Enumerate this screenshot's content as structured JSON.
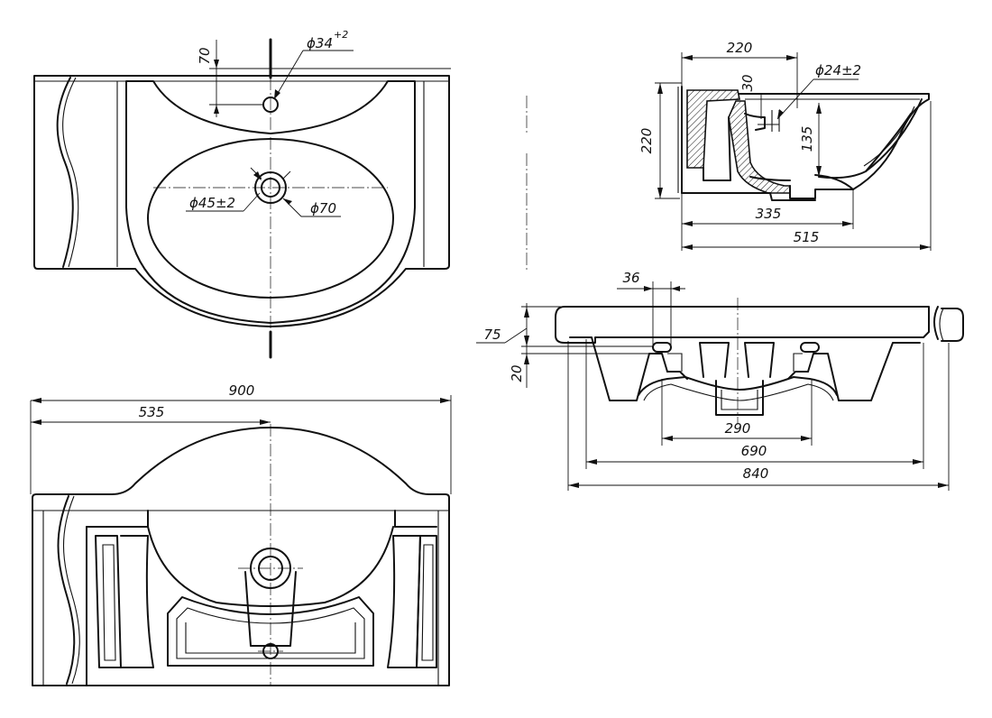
{
  "views": {
    "top": {
      "dim_70": "70",
      "dim_d34": "ϕ34",
      "dim_d34_tol": "+2",
      "dim_d45": "ϕ45±2",
      "dim_d70": "ϕ70"
    },
    "bottom": {
      "dim_900": "900",
      "dim_535": "535"
    },
    "side": {
      "dim_220_w": "220",
      "dim_d24": "ϕ24±2",
      "dim_30": "30",
      "dim_220_h": "220",
      "dim_135": "135",
      "dim_335": "335",
      "dim_515": "515"
    },
    "front": {
      "dim_36": "36",
      "dim_75": "75",
      "dim_20": "20",
      "dim_290": "290",
      "dim_690": "690",
      "dim_840": "840"
    }
  }
}
